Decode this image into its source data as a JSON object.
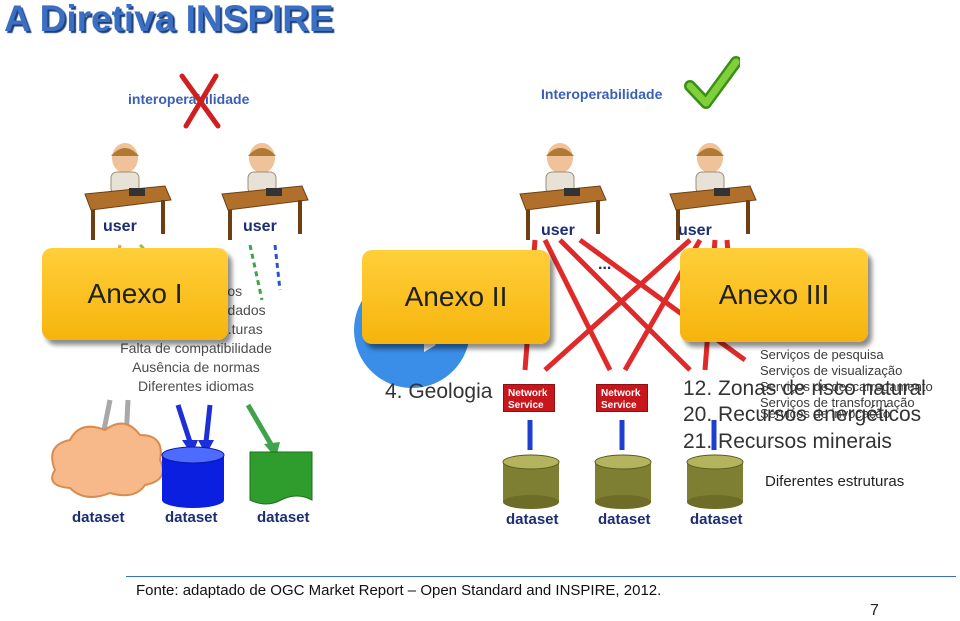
{
  "title": "A Diretiva INSPIRE",
  "left_panel": {
    "heading": "interoperabilidade",
    "user_labels": [
      "user",
      "user"
    ],
    "problems": [
      "...ntos",
      "...adados",
      "...turas",
      "Falta de compatibilidade",
      "Ausência de normas",
      "Diferentes idiomas"
    ],
    "dataset_labels": [
      "dataset",
      "dataset",
      "dataset"
    ]
  },
  "right_panel": {
    "heading": "Interoperabilidade",
    "user_labels": [
      "user",
      "user"
    ],
    "ellipsis": "...",
    "network_service": "Network Service",
    "services": [
      "Serviços de pesquisa",
      "Serviços de visualização",
      "Serviços de descarregamento",
      "Serviços de transformação",
      "Serviços de invocação"
    ],
    "structures_note": "Diferentes estruturas",
    "dataset_labels": [
      "dataset",
      "dataset",
      "dataset"
    ]
  },
  "annexes": {
    "anexo_i": "Anexo I",
    "anexo_ii": "Anexo II",
    "anexo_iii": "Anexo III"
  },
  "themes": {
    "geologia": "4. Geologia",
    "zonas": "12. Zonas de risco natural",
    "energeticos": "20. Recursos energéticos",
    "minerais": "21. Recursos minerais"
  },
  "source": "Fonte: adaptado de OGC Market Report – Open Standard and INSPIRE, 2012.",
  "page_number": "7",
  "colors": {
    "title": "#3a6fc4",
    "annex": "#f6b40c",
    "network": "#c8161d",
    "check": "#6cbf2e",
    "cross": "#d11f1f"
  }
}
